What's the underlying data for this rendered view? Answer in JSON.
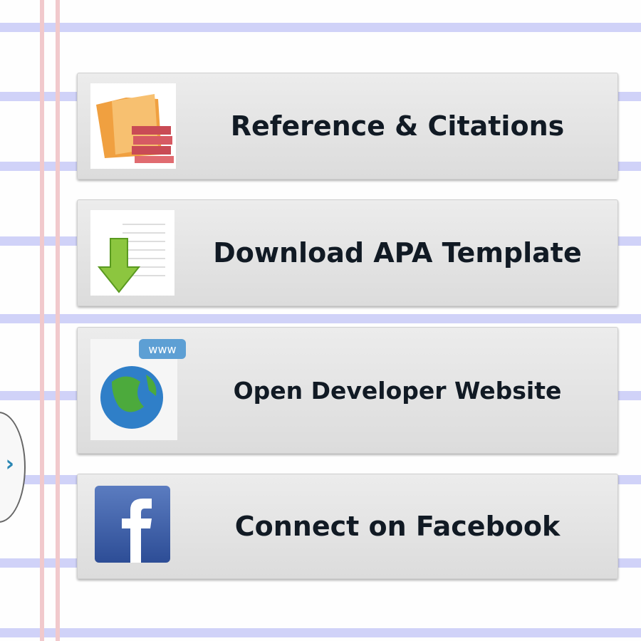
{
  "menu": {
    "items": [
      {
        "label": "Reference & Citations",
        "icon": "folder-books-icon"
      },
      {
        "label": "Download APA Template",
        "icon": "download-document-icon"
      },
      {
        "label": "Open Developer Website",
        "icon": "globe-www-icon"
      },
      {
        "label": "Connect on Facebook",
        "icon": "facebook-icon"
      }
    ]
  },
  "drawer_handle": {
    "glyph": "›"
  }
}
